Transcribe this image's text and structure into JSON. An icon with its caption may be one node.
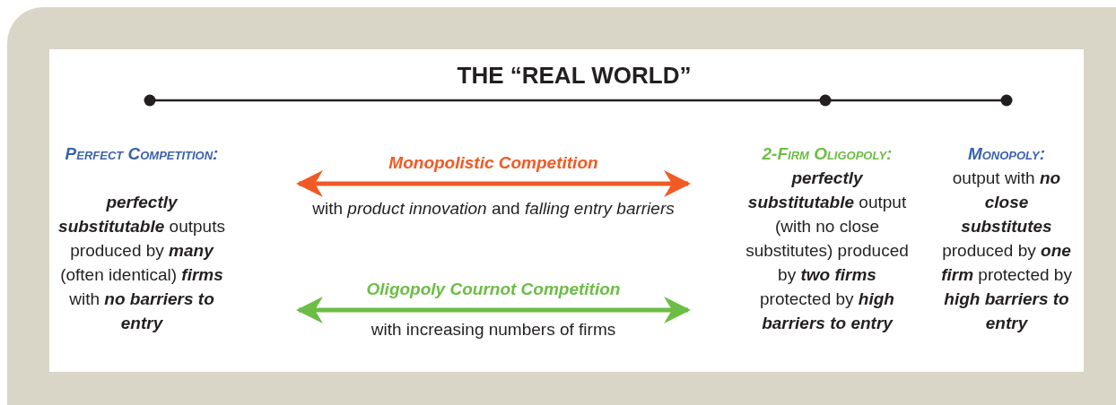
{
  "diagram": {
    "title": "THE “REAL WORLD”",
    "labels": [
      "Perfect Competition:",
      "**perfectly substitutable** outputs produced by **many** (often identical) **firms** with **no barriers to entry**",
      "Monopolistic Competition",
      "with *product innovation* and *falling entry barriers*",
      "2-Firm Oligopoly:",
      "**perfectly substitutable** output (with no close substitutes) produced by **two firms** protected by **high barriers to entry**",
      "Monopoly:",
      "output with **no close substitutes** produced by **one firm** protected by **high barriers to entry**",
      "Oligopoly Cournot Competition",
      "with increasing numbers of firms"
    ]
  }
}
